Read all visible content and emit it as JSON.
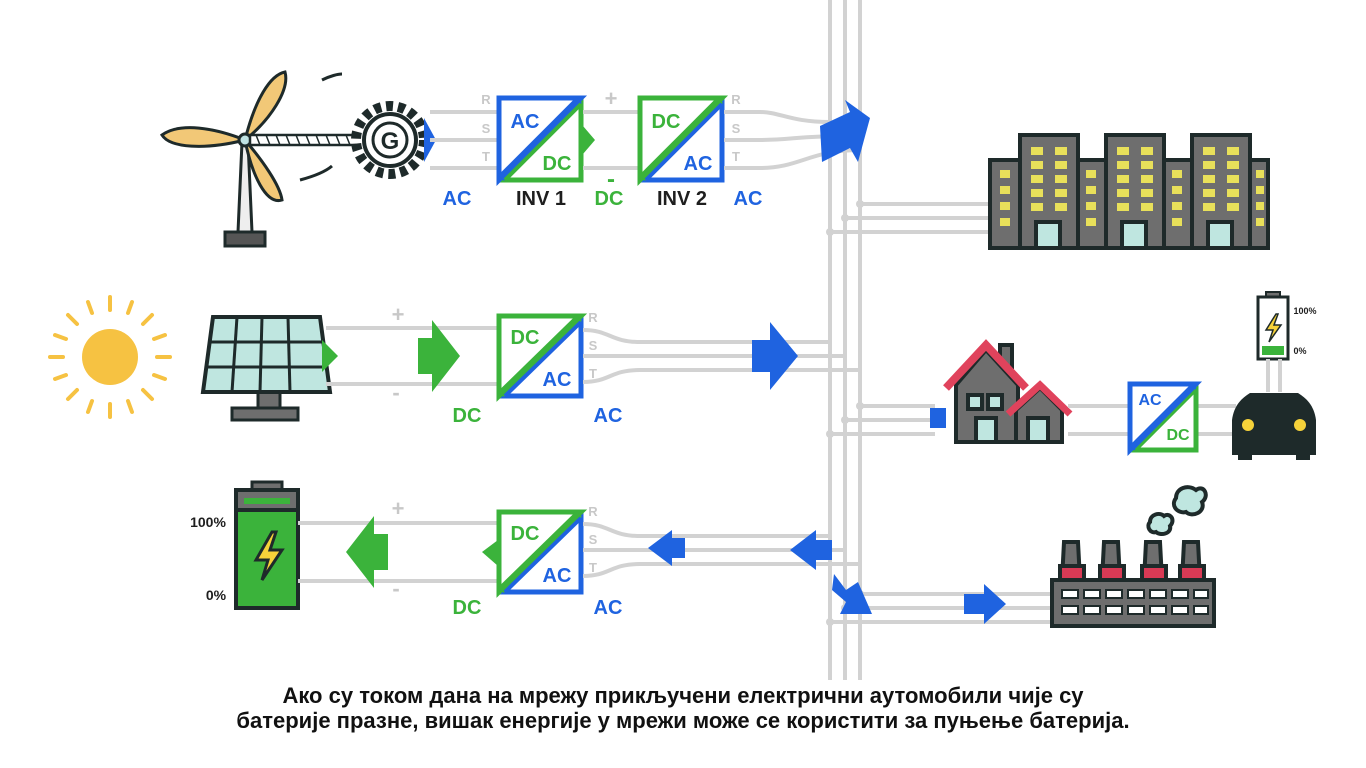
{
  "wind": {
    "generator_letter": "G",
    "out_label": "AC",
    "wires": [
      "R",
      "S",
      "T"
    ],
    "inv1": {
      "top": "AC",
      "bottom": "DC",
      "name": "INV 1"
    },
    "dc_plus": "+",
    "dc_minus": "-",
    "dc_label": "DC",
    "inv2": {
      "top": "DC",
      "bottom": "AC",
      "name": "INV 2"
    },
    "out2_label": "AC",
    "wires2": [
      "R",
      "S",
      "T"
    ]
  },
  "solar": {
    "plus": "+",
    "minus": "-",
    "dc_label": "DC",
    "inv": {
      "top": "DC",
      "bottom": "AC"
    },
    "wires": [
      "R",
      "S",
      "T"
    ],
    "ac_label": "AC"
  },
  "storage": {
    "level_high": "100%",
    "level_low": "0%",
    "plus": "+",
    "minus": "-",
    "dc_label": "DC",
    "inv": {
      "top": "DC",
      "bottom": "AC"
    },
    "wires": [
      "R",
      "S",
      "T"
    ],
    "ac_label": "AC"
  },
  "ev": {
    "charger": {
      "top": "AC",
      "bottom": "DC"
    },
    "battery_high": "100%",
    "battery_low": "0%"
  },
  "colors": {
    "ac_blue": "#1f63e0",
    "dc_green": "#3bb33b",
    "wire_gray": "#d2d2d2",
    "building_gray": "#6e6e6e",
    "window_yellow": "#e8e05a",
    "outline": "#1e2a2a",
    "sun": "#f6c242",
    "turbine_blade": "#f2c877",
    "factory_red": "#d93a55",
    "house_roof": "#e0435c"
  },
  "caption": {
    "line1": "Ако су током дана на мрежу прикључени електрични аутомобили чије су",
    "line2": "батерије празне, вишак енергије у мрежи може се користити за пуњење батерија."
  }
}
